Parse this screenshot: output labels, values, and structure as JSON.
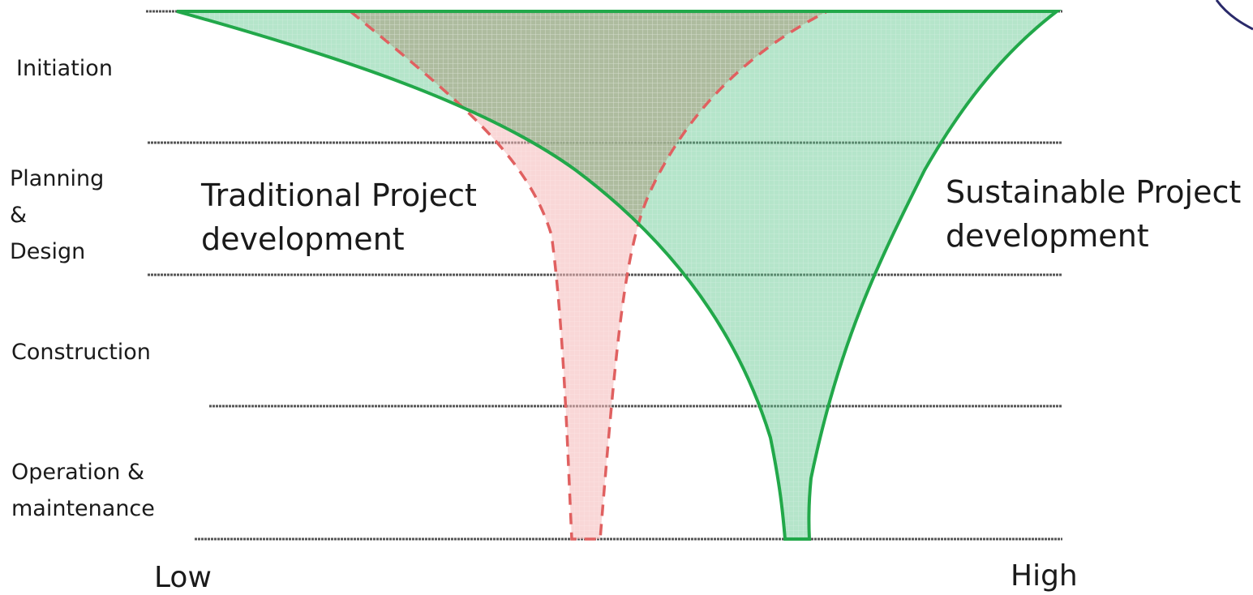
{
  "stages": [
    "Initiation",
    "Planning\n&\nDesign",
    "Construction",
    "Operation &\nmaintenance"
  ],
  "series": {
    "traditional": "Traditional Project\ndevelopment",
    "sustainable": "Sustainable Project\ndevelopment"
  },
  "axis": {
    "low": "Low",
    "high": "High"
  },
  "colors": {
    "sustainable_fill": "#5cc68a",
    "sustainable_stroke": "#22a84a",
    "traditional_fill": "#f4b6b6",
    "traditional_stroke": "#e06060",
    "overlap_fill": "#a9a98a",
    "divider": "#555555",
    "corner_arc": "#2a2a6a"
  }
}
